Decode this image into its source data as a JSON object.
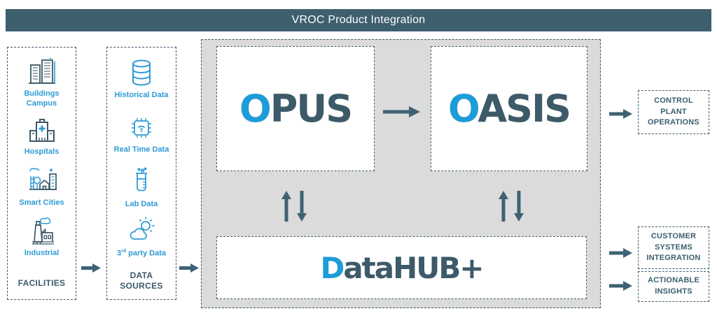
{
  "title": "VROC Product Integration",
  "colors": {
    "header_bg": "#3E5F6E",
    "accent_blue": "#2E9BD6",
    "dark_slate": "#3D5A68",
    "canvas_gray": "#DBDBDB",
    "arrow": "#3E6273"
  },
  "facilities": {
    "caption": "FACILITIES",
    "items": [
      {
        "icon": "buildings-icon",
        "label": "Buildings Campus",
        "lines": [
          "Buildings",
          "Campus"
        ]
      },
      {
        "icon": "hospital-icon",
        "label": "Hospitals"
      },
      {
        "icon": "smart-city-icon",
        "label": "Smart Cities"
      },
      {
        "icon": "industrial-icon",
        "label": "Industrial"
      }
    ]
  },
  "data_sources": {
    "caption": "DATA SOURCES",
    "caption_lines": [
      "DATA",
      "SOURCES"
    ],
    "items": [
      {
        "icon": "database-icon",
        "label": "Historical Data"
      },
      {
        "icon": "chip-icon",
        "label": "Real Time Data"
      },
      {
        "icon": "beaker-icon",
        "label": "Lab Data"
      },
      {
        "icon": "weather-icon",
        "label": "3rd party Data",
        "label_parts": {
          "pre": "3",
          "sup": "rd",
          "post": " party Data"
        }
      }
    ]
  },
  "products": {
    "opus": {
      "lead": "O",
      "rest": "PUS"
    },
    "oasis": {
      "lead": "O",
      "rest": "ASIS"
    },
    "datahub": {
      "lead": "D",
      "rest": "ataHUB+"
    }
  },
  "outputs": [
    {
      "label": "CONTROL PLANT OPERATIONS",
      "lines": [
        "CONTROL",
        "PLANT",
        "OPERATIONS"
      ]
    },
    {
      "label": "CUSTOMER SYSTEMS INTEGRATION",
      "lines": [
        "CUSTOMER",
        "SYSTEMS",
        "INTEGRATION"
      ]
    },
    {
      "label": "ACTIONABLE INSIGHTS",
      "lines": [
        "ACTIONABLE",
        "INSIGHTS"
      ]
    }
  ]
}
